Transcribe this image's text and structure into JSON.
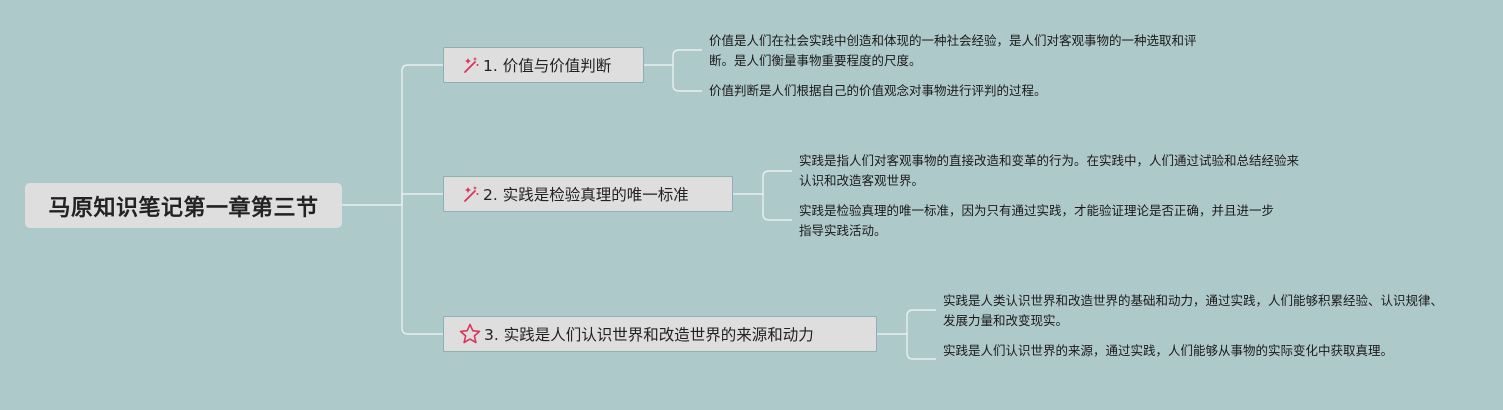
{
  "root": {
    "title": "马原知识笔记第一章第三节"
  },
  "branches": [
    {
      "label": "1. 价值与价值判断",
      "icon": "sparkle-wand-icon",
      "leaves": [
        "价值是人们在社会实践中创造和体现的一种社会经验，是人们对客观事物的一种选取和评断。是人们衡量事物重要程度的尺度。",
        "价值判断是人们根据自己的价值观念对事物进行评判的过程。"
      ]
    },
    {
      "label": "2. 实践是检验真理的唯一标准",
      "icon": "sparkle-wand-icon",
      "leaves": [
        "实践是指人们对客观事物的直接改造和变革的行为。在实践中，人们通过试验和总结经验来认识和改造客观世界。",
        "实践是检验真理的唯一标准，因为只有通过实践，才能验证理论是否正确，并且进一步指导实践活动。"
      ]
    },
    {
      "label": "3. 实践是人们认识世界和改造世界的来源和动力",
      "icon": "star-outline-icon",
      "leaves": [
        "实践是人类认识世界和改造世界的基础和动力，通过实践，人们能够积累经验、认识规律、发展力量和改变现实。",
        "实践是人们认识世界的来源，通过实践，人们能够从事物的实际变化中获取真理。"
      ]
    }
  ],
  "colors": {
    "background": "#aec9ca",
    "node_fill": "#dedede",
    "node_border": "#8bb0ad",
    "connector": "#e9f0f0",
    "icon_accent": "#d9365a"
  }
}
